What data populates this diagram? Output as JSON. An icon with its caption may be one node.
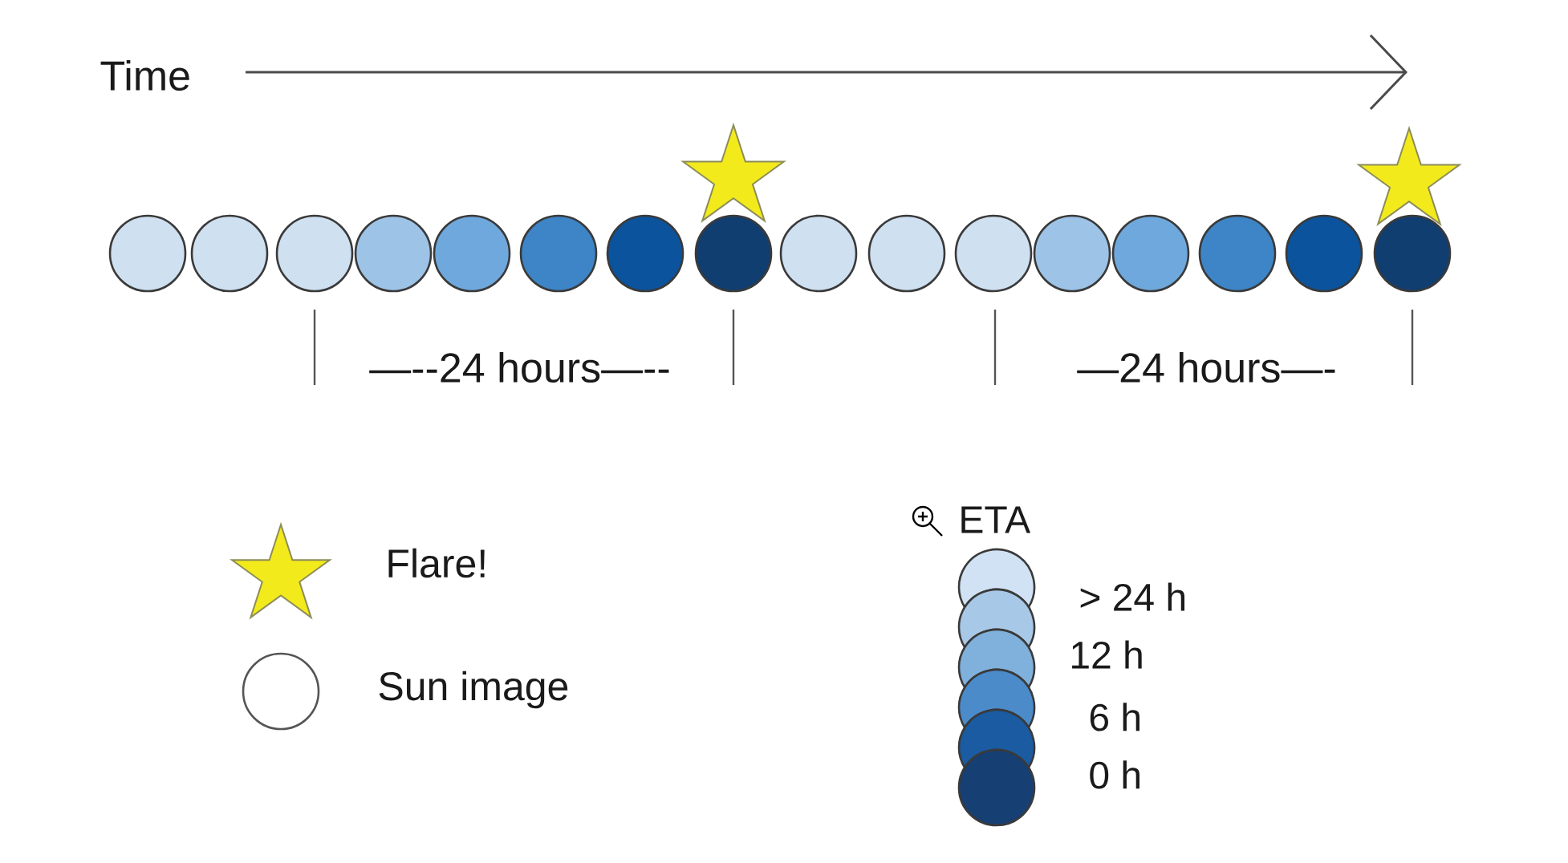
{
  "diagram": {
    "nodes": [
      {
        "text": [],
        "shape": "star"
      },
      {
        "text": [],
        "shape": "star"
      },
      {
        "text": [],
        "shape": "circle"
      },
      {
        "text": [],
        "shape": "circle"
      },
      {
        "text": [],
        "shape": "circle"
      },
      {
        "text": [],
        "shape": "circle"
      },
      {
        "text": [],
        "shape": "circle"
      },
      {
        "text": [],
        "shape": "circle"
      },
      {
        "text": [],
        "shape": "circle"
      },
      {
        "text": [],
        "shape": "circle"
      },
      {
        "text": [],
        "shape": "circle"
      },
      {
        "text": [],
        "shape": "circle"
      },
      {
        "text": [],
        "shape": "circle"
      },
      {
        "text": [],
        "shape": "circle"
      },
      {
        "text": [],
        "shape": "circle"
      },
      {
        "text": [],
        "shape": "circle"
      },
      {
        "text": [],
        "shape": "circle"
      },
      {
        "text": [],
        "shape": "circle"
      }
    ],
    "labels": [
      "Time",
      "—--24 hours—--",
      "—24 hours—-",
      "ETA"
    ],
    "legend": [
      {
        "text": "Flare!"
      },
      {
        "text": "Sun image"
      },
      {
        "text": "> 24 h",
        "color": "#d0e2f3"
      },
      {
        "text": "12 h",
        "color": "#80b0dc"
      },
      {
        "text": "6 h",
        "color": "#4b8bca"
      },
      {
        "text": "0 h",
        "color": "#163f73"
      }
    ]
  }
}
